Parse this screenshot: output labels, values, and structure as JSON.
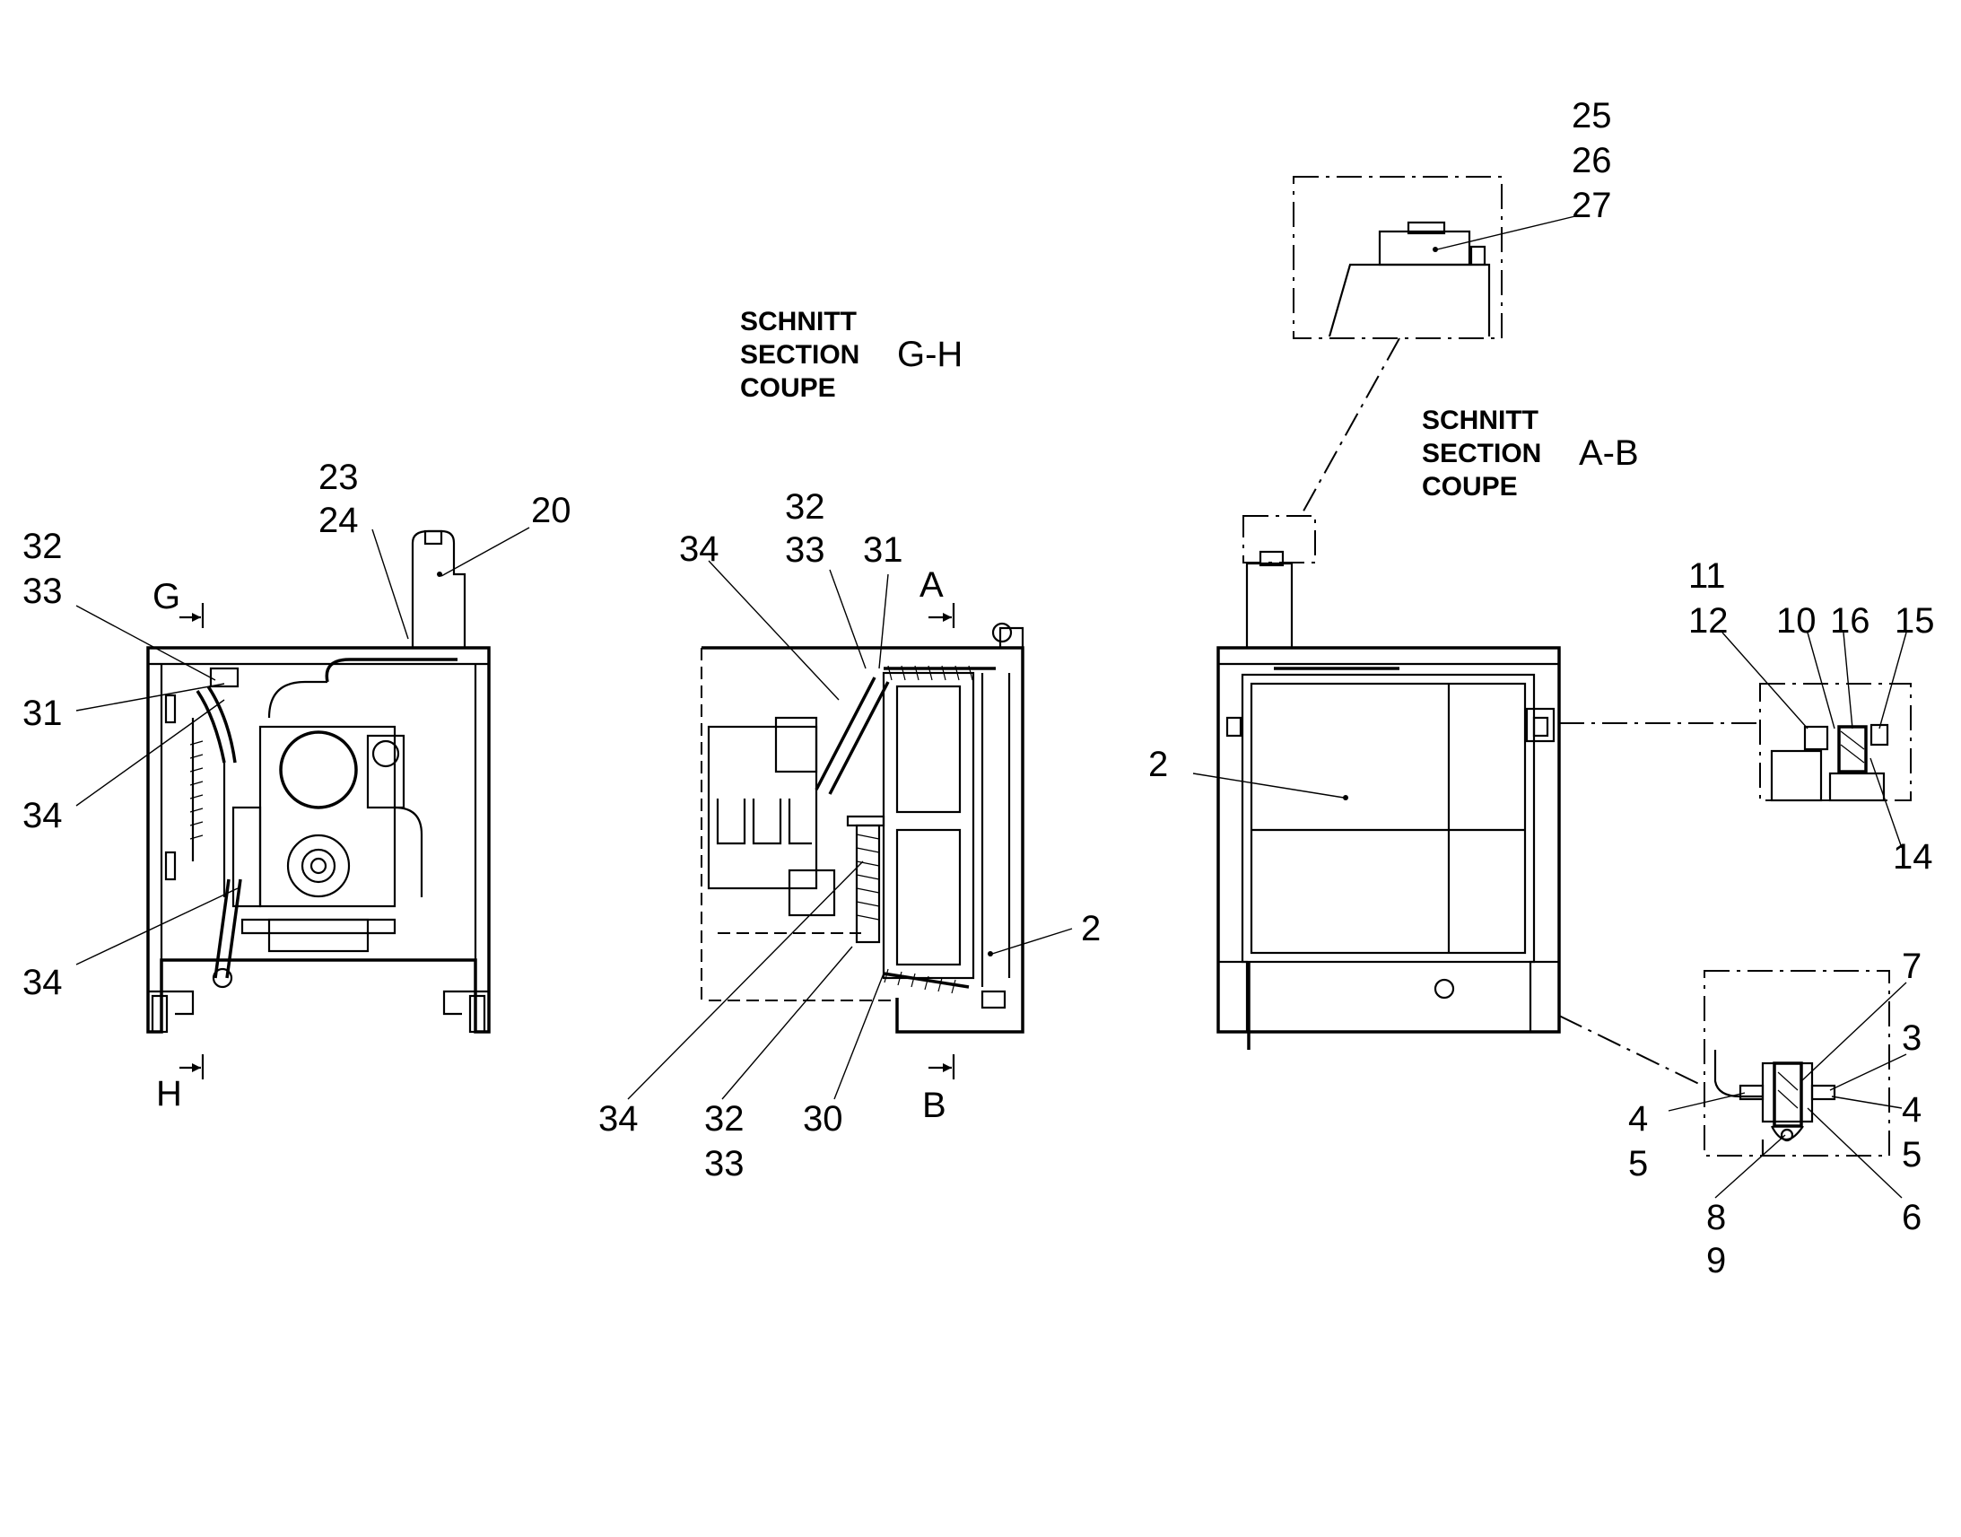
{
  "sections": [
    {
      "lines": [
        "SCHNITT",
        "SECTION",
        "COUPE"
      ],
      "id": "G-H"
    },
    {
      "lines": [
        "SCHNITT",
        "SECTION",
        "COUPE"
      ],
      "id": "A-B"
    }
  ],
  "section_markers": [
    "G",
    "H",
    "A",
    "B"
  ],
  "callouts": {
    "left_view": [
      "32",
      "33",
      "31",
      "34",
      "34",
      "23",
      "24",
      "20"
    ],
    "middle_view": [
      "34",
      "32",
      "33",
      "31",
      "2",
      "34",
      "32",
      "33",
      "30"
    ],
    "right_view": [
      "25",
      "26",
      "27",
      "2"
    ],
    "detail_upper": [
      "11",
      "12",
      "10",
      "16",
      "15",
      "14"
    ],
    "detail_lower": [
      "7",
      "3",
      "4",
      "5",
      "4",
      "5",
      "8",
      "9",
      "6"
    ]
  }
}
